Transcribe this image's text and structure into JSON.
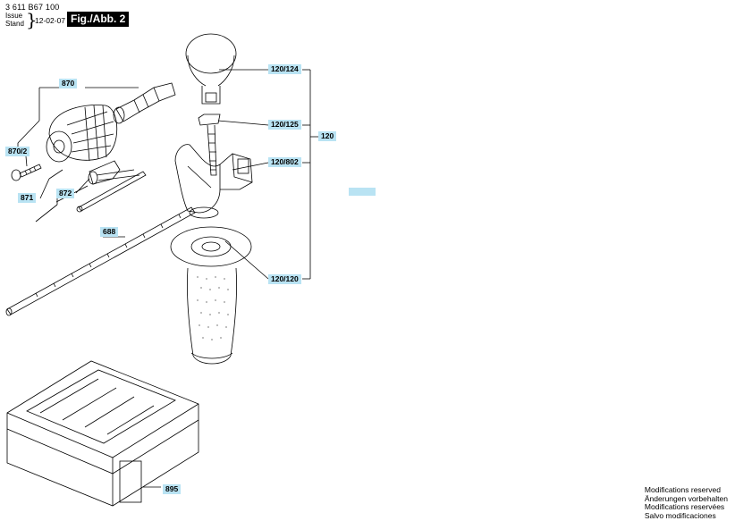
{
  "header": {
    "part_number": "3 611 B67 100",
    "issue_label": "Issue",
    "stand_label": "Stand",
    "issue_date": "12-02-07",
    "figure_label": "Fig./Abb. 2"
  },
  "callouts": {
    "c870": "870",
    "c870_2": "870/2",
    "c871": "871",
    "c872": "872",
    "c688": "688",
    "c120_124": "120/124",
    "c120_125": "120/125",
    "c120": "120",
    "c120_802": "120/802",
    "c120_120": "120/120",
    "c895": "895"
  },
  "notes": {
    "line1": "Modifications reserved",
    "line2": "Änderungen vorbehalten",
    "line3": "Modifications reservées",
    "line4": "Salvo modificaciones"
  },
  "colors": {
    "callout_bg": "#b9e3f3",
    "badge_bg": "#000000",
    "line": "#000000"
  }
}
